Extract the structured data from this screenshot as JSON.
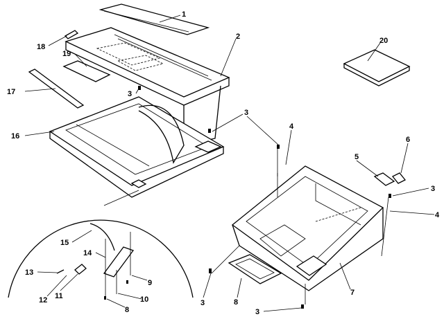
{
  "diagram": {
    "callouts": [
      {
        "id": "c1",
        "text": "1"
      },
      {
        "id": "c2",
        "text": "2"
      },
      {
        "id": "c18",
        "text": "18"
      },
      {
        "id": "c19",
        "text": "19"
      },
      {
        "id": "c20",
        "text": "20"
      },
      {
        "id": "c17",
        "text": "17"
      },
      {
        "id": "c3a",
        "text": "3"
      },
      {
        "id": "c3b",
        "text": "3"
      },
      {
        "id": "c16",
        "text": "16"
      },
      {
        "id": "c4a",
        "text": "4"
      },
      {
        "id": "c6",
        "text": "6"
      },
      {
        "id": "c5",
        "text": "5"
      },
      {
        "id": "c3c",
        "text": "3"
      },
      {
        "id": "c4b",
        "text": "4"
      },
      {
        "id": "c15",
        "text": "15"
      },
      {
        "id": "c14",
        "text": "14"
      },
      {
        "id": "c13",
        "text": "13"
      },
      {
        "id": "c12",
        "text": "12"
      },
      {
        "id": "c11",
        "text": "11"
      },
      {
        "id": "c9",
        "text": "9"
      },
      {
        "id": "c10",
        "text": "10"
      },
      {
        "id": "c8a",
        "text": "8"
      },
      {
        "id": "c3d",
        "text": "3"
      },
      {
        "id": "c8b",
        "text": "8"
      },
      {
        "id": "c7",
        "text": "7"
      },
      {
        "id": "c3e",
        "text": "3"
      }
    ]
  }
}
